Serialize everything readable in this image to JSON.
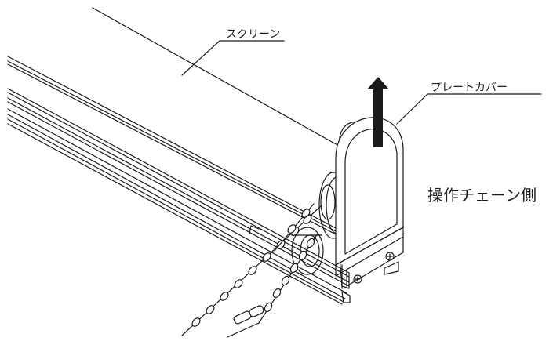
{
  "labels": {
    "screen": "スクリーン",
    "plate_cover": "プレートカバー",
    "operation_side": "操作チェーン側"
  },
  "colors": {
    "line": "#1a1a1a",
    "background": "#ffffff"
  }
}
